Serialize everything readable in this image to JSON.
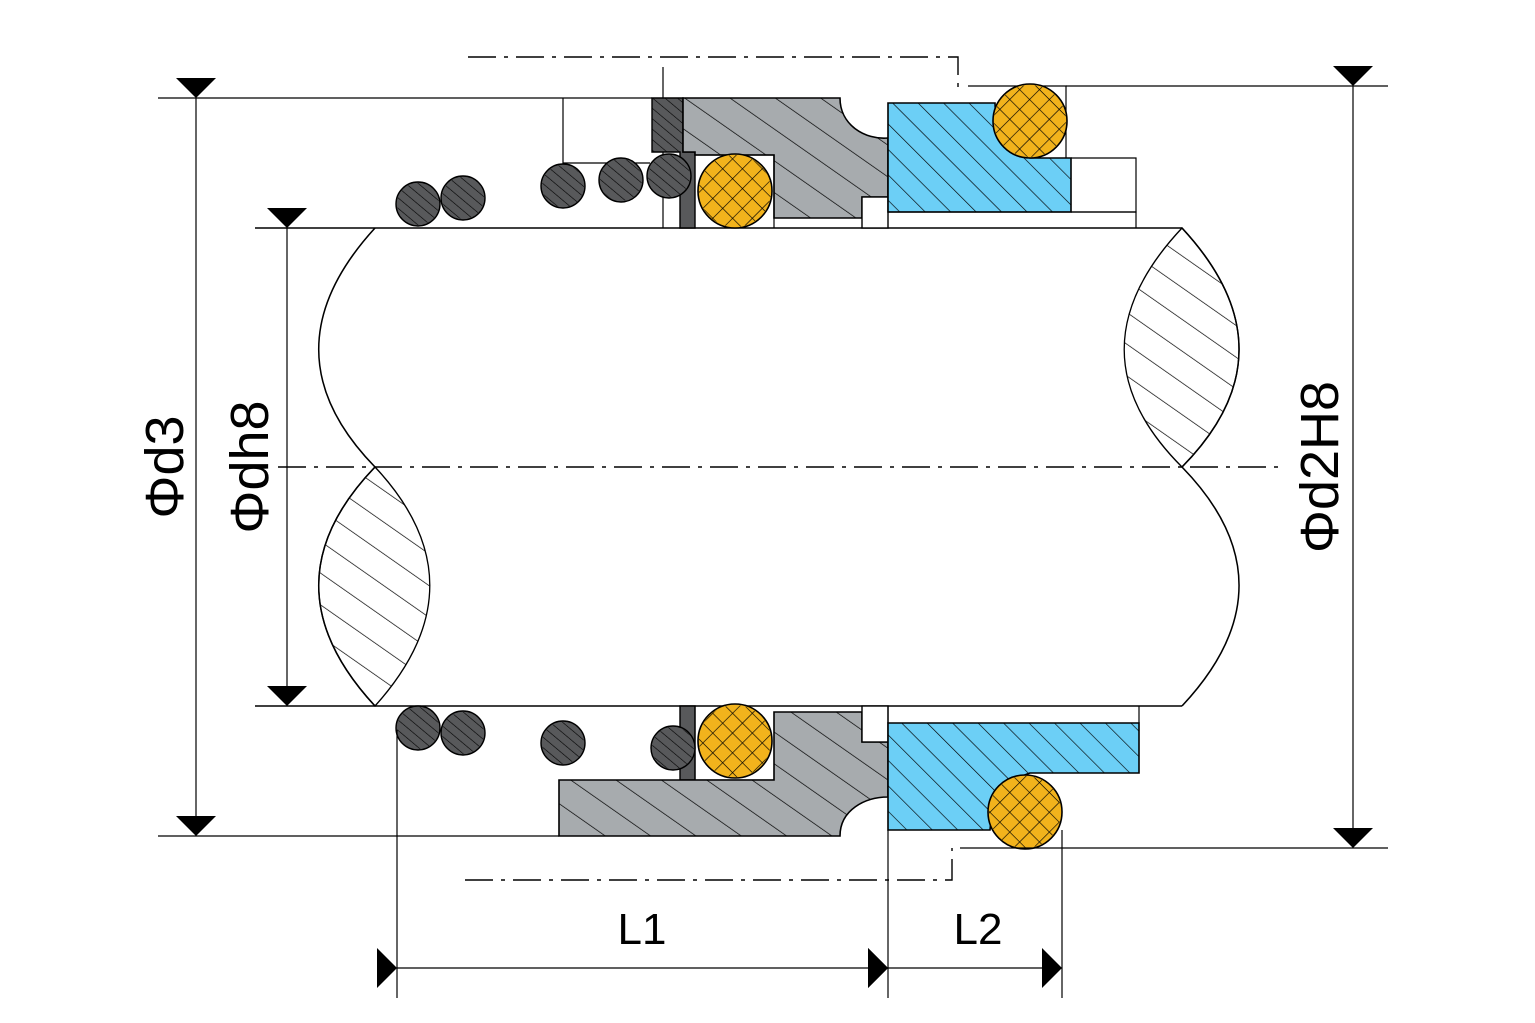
{
  "labels": {
    "d3": "Φd3",
    "dh8": "Φdh8",
    "d2H8": "Φd2H8",
    "l1": "L1",
    "l2": "L2"
  },
  "colors": {
    "background": "#ffffff",
    "line": "#000000",
    "gray_part": "#a7abae",
    "dark_part": "#58595b",
    "spring": "#58595b",
    "oring": "#f2b31c",
    "seat": "#6ccff6"
  }
}
